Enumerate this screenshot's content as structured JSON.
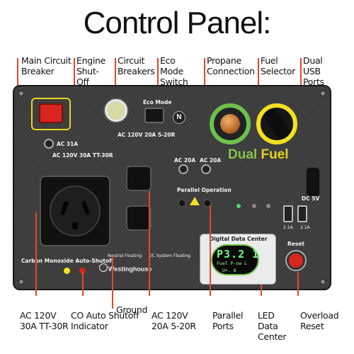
{
  "title": "Control Panel:",
  "callouts": {
    "main_circuit_breaker": "Main Circuit Breaker",
    "engine_shutoff": "Engine Shut-Off",
    "circuit_breakers": "Circuit Breakers",
    "eco_mode_switch": "Eco Mode Switch",
    "propane_connection": "Propane Connection",
    "fuel_selector": "Fuel Selector",
    "dual_usb_ports": "Dual USB Ports",
    "ac_120v_30a": "AC 120V 30A TT-30R",
    "co_auto_shutoff_indicator": "CO Auto Shutoff Indicator",
    "ground": "Ground",
    "ac_120v_20a": "AC 120V 20A 5-20R",
    "parallel_ports": "Parallel Ports",
    "led_data_center": "LED Data Center",
    "overload_reset": "Overload Reset"
  },
  "panel_labels": {
    "ac_31a": "AC 31A",
    "ac_120v_30a_tt30r": "AC 120V 30A TT-30R",
    "eco_mode": "Eco Mode",
    "ac_120v_20a_520r": "AC 120V 20A 5-20R",
    "ac_20a_left": "AC 20A",
    "ac_20a_right": "AC 20A",
    "parallel_operation": "Parallel Operation",
    "dual": "Dual",
    "fuel": "Fuel",
    "dc_5v": "DC 5V",
    "usb_left": "2.1A",
    "usb_right": "2.1A",
    "digital_data_center": "Digital Data Center",
    "lcd_main": "P3.2 1",
    "lcd_line1": "Fuel  P‐ow  L",
    "lcd_line2": "U+.  8",
    "reset": "Reset",
    "co_auto_shutoff": "Carbon Monoxide Auto-Shutoff",
    "neutral_floating": "Neutral Floating",
    "dc_system_floating": "DC System Floating",
    "brand": "Westinghouse",
    "n_button": "N"
  },
  "colors": {
    "leader_line": "#e3472b",
    "propane_ring": "#6cc24a",
    "fuel_ring": "#f2e022",
    "breaker_red": "#d8251e",
    "lcd_green": "#6cff7a"
  }
}
